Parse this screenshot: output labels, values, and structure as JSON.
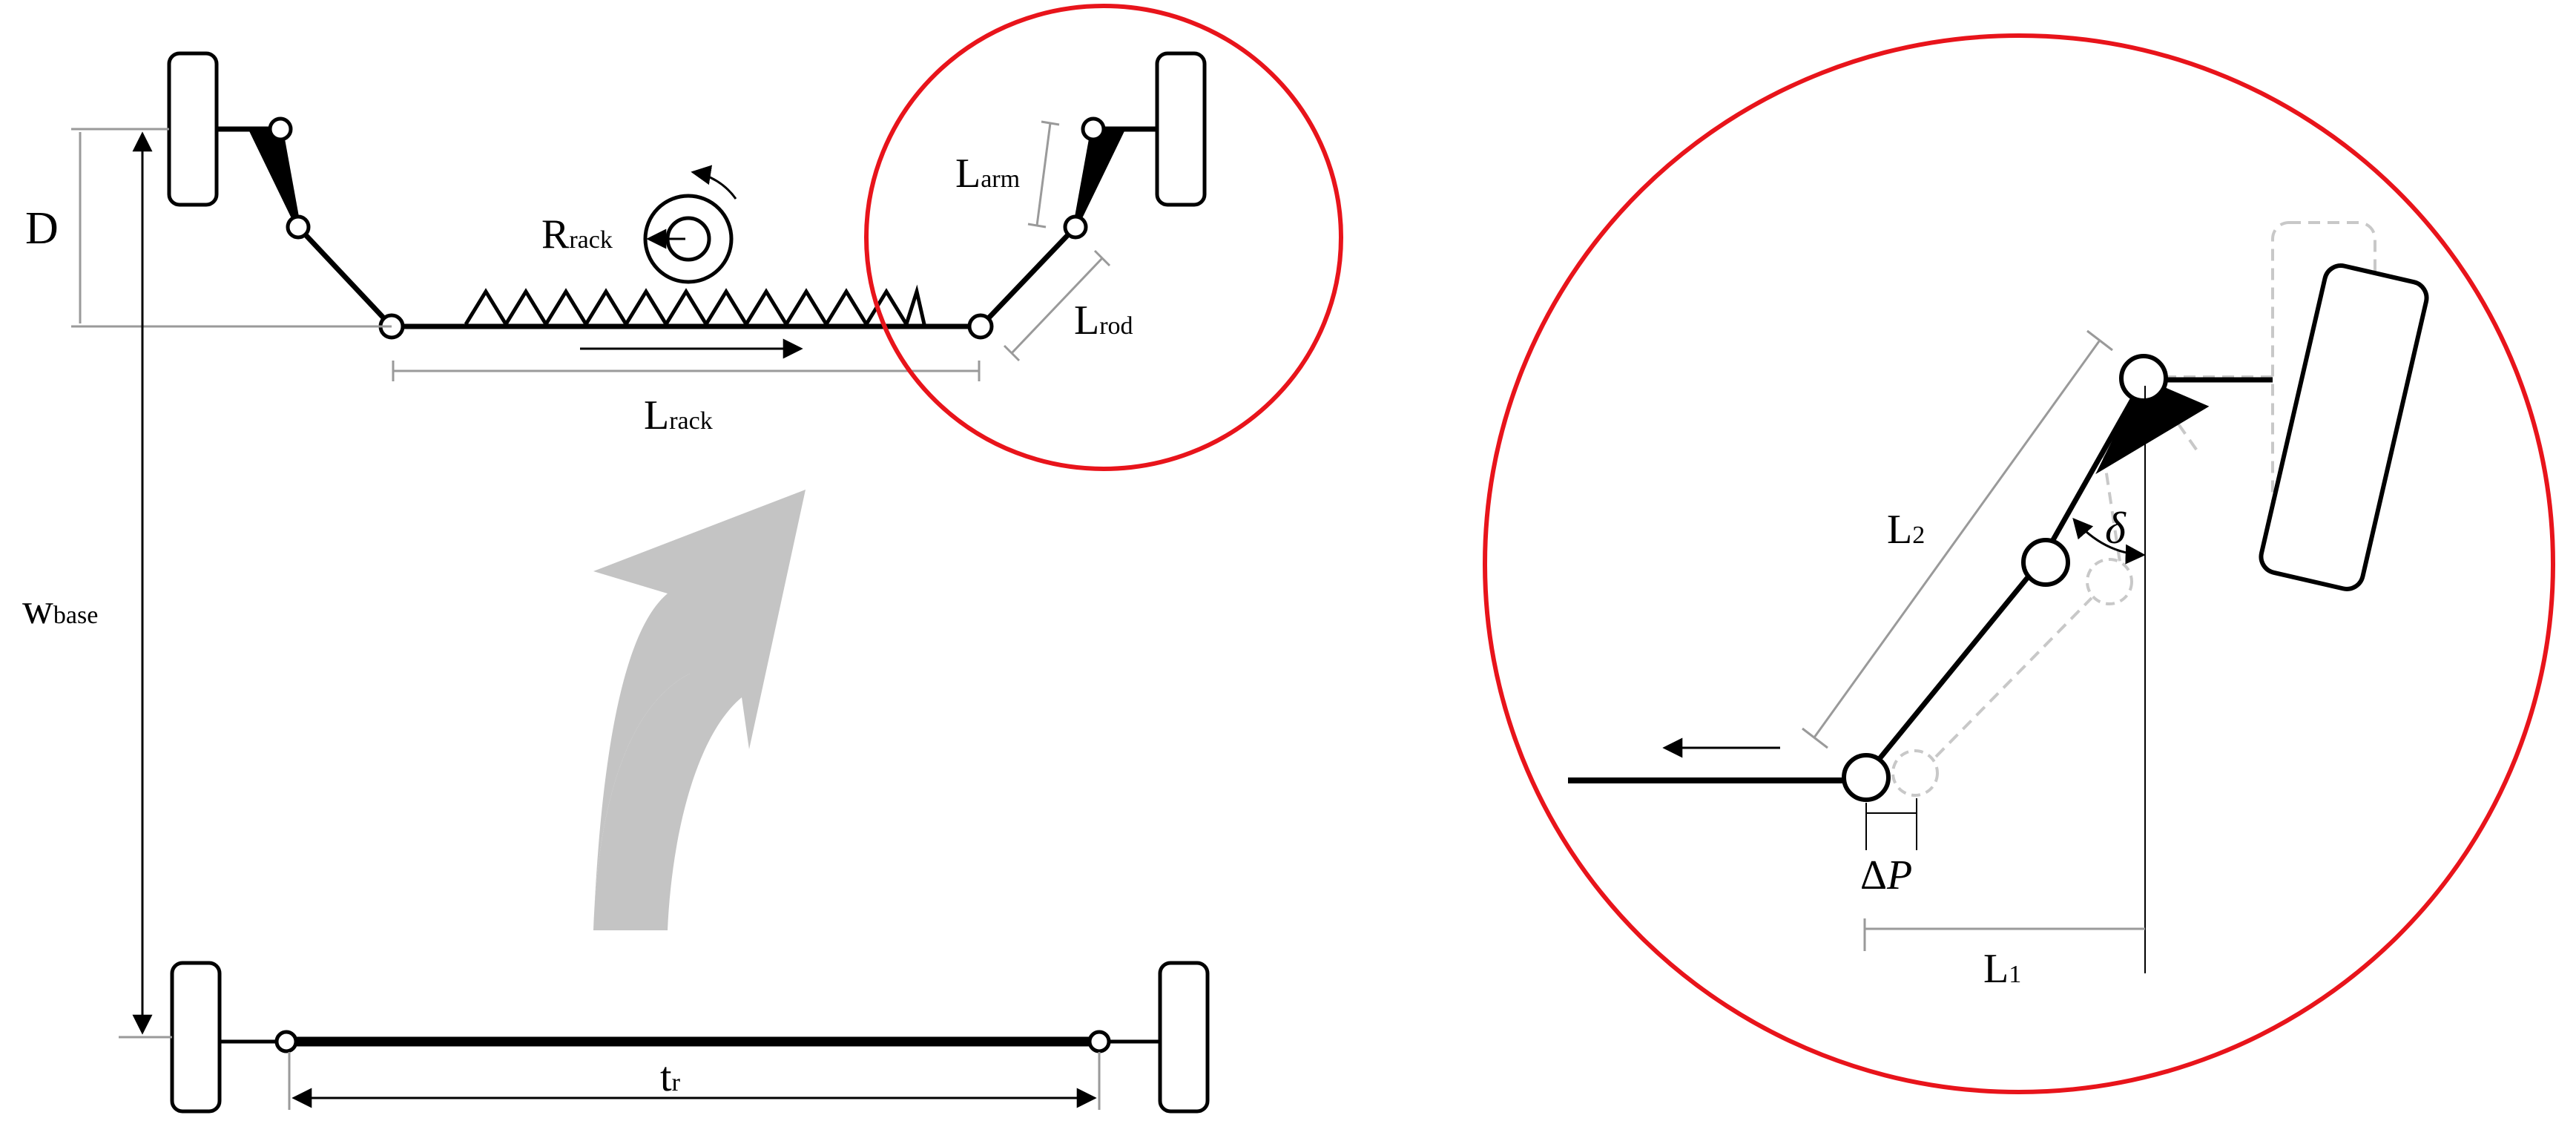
{
  "labels": {
    "D": "D",
    "w_base_main": "w",
    "w_base_sub": "base",
    "R_rack_main": "R",
    "R_rack_sub": "rack",
    "L_rack_main": "L",
    "L_rack_sub": "rack",
    "L_arm_main": "L",
    "L_arm_sub": "arm",
    "L_rod_main": "L",
    "L_rod_sub": "rod",
    "t_r_main": "t",
    "t_r_sub": "r",
    "L2_main": "L",
    "L2_sub": "2",
    "L1_main": "L",
    "L1_sub": "1",
    "delta": "δ",
    "delta_P_symbol": "Δ",
    "delta_P_var": "P"
  },
  "colors": {
    "line": "#000000",
    "highlight": "#e8141b",
    "arrow_gray": "#c4c4c4",
    "dimension_gray": "#9a9a9a",
    "ghost_gray": "#c8c8c8"
  }
}
